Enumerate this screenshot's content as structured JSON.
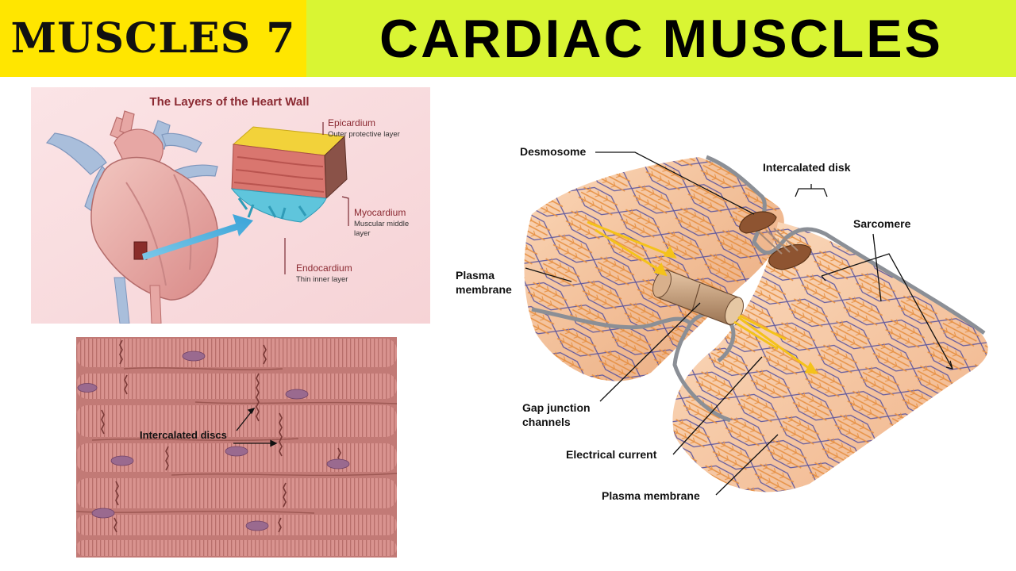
{
  "header": {
    "badge_text": "MUSCLES 7",
    "title": "CARDIAC MUSCLES",
    "badge_color": "#ffe600",
    "banner_color": "#d9f533"
  },
  "heart_wall": {
    "title": "The Layers of the Heart Wall",
    "epicardium": {
      "name": "Epicardium",
      "desc": "Outer protective layer"
    },
    "myocardium": {
      "name": "Myocardium",
      "desc_line1": "Muscular middle",
      "desc_line2": "layer"
    },
    "endocardium": {
      "name": "Endocardium",
      "desc": "Thin inner layer"
    }
  },
  "fibers": {
    "label": "Intercalated discs"
  },
  "junction": {
    "desmosome": "Desmosome",
    "intercalated_disk": "Intercalated disk",
    "sarcomere": "Sarcomere",
    "plasma_membrane_left_line1": "Plasma",
    "plasma_membrane_left_line2": "membrane",
    "gap_junction_line1": "Gap junction",
    "gap_junction_line2": "channels",
    "electrical_current": "Electrical current",
    "plasma_membrane_bottom": "Plasma membrane"
  }
}
